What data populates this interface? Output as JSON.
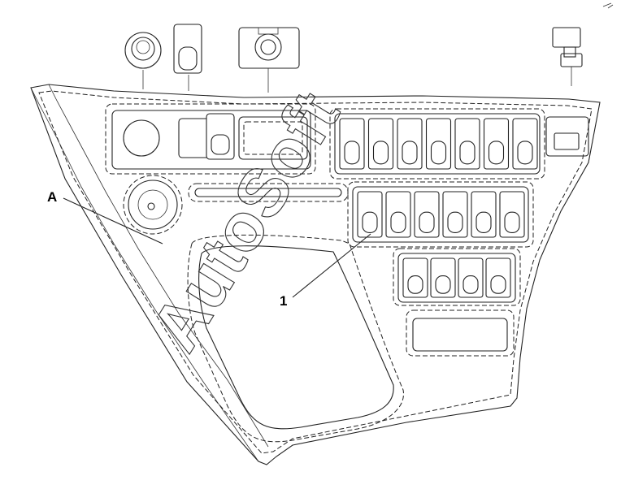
{
  "callouts": {
    "label_a": "A",
    "label_1": "1"
  },
  "watermark": {
    "text": "AutoSoft"
  },
  "icons": {
    "knob": "round-knob-icon",
    "switch": "rocker-switch-icon",
    "lighter": "socket-icon",
    "connector": "connector-icon"
  }
}
